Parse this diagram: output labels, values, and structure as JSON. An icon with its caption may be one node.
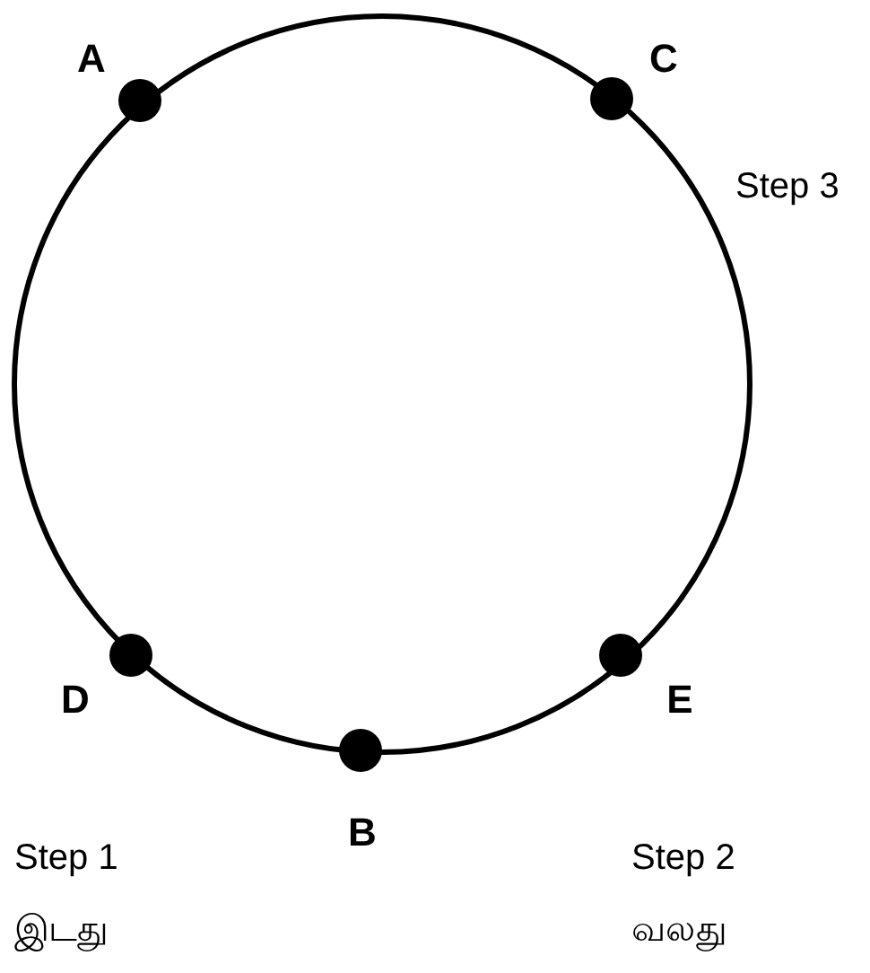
{
  "diagram": {
    "nodes": [
      {
        "text": [],
        "shape": "circle",
        "beside": [
          "A"
        ]
      },
      {
        "text": [],
        "shape": "circle",
        "beside": [
          "C"
        ]
      },
      {
        "text": [],
        "shape": "circle",
        "beside": [
          "D"
        ]
      },
      {
        "text": [],
        "shape": "circle",
        "beside": [
          "E"
        ]
      },
      {
        "text": [],
        "shape": "circle",
        "beside": [
          "B"
        ]
      }
    ],
    "labels": [
      "Step 3",
      "Step 1",
      "Step 2",
      "இடது",
      "வலது"
    ]
  }
}
